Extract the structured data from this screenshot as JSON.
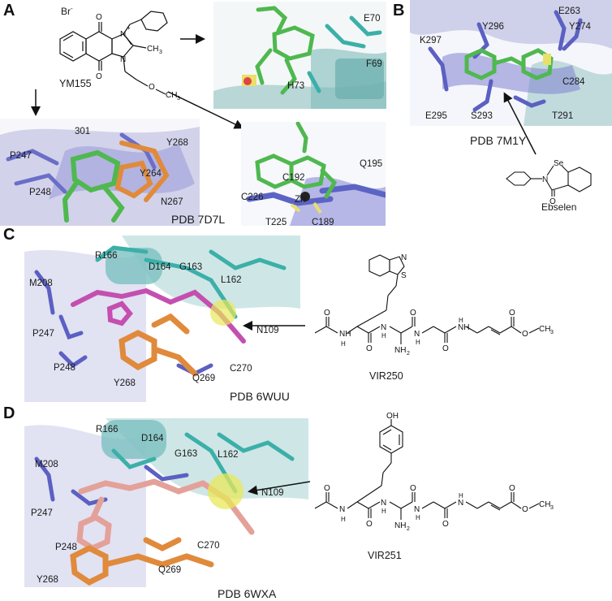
{
  "panels": {
    "A": {
      "letter": "A",
      "compound": "YM155",
      "counterion": "Br",
      "charge": "-",
      "pdb": "PDB 7D7L",
      "atoms": {
        "o_top": "O",
        "o_bottom": "O",
        "n_plus": "N",
        "plus": "+",
        "n_lower": "N",
        "methyl": "CH",
        "methyl_sub": "3",
        "ether_o": "O",
        "ether_ch": "CH",
        "ether_sub": "3"
      },
      "residues_top": [
        "E70",
        "F69",
        "H73"
      ],
      "residues_left": [
        "301",
        "Y268",
        "P247",
        "Y264",
        "P248",
        "N267"
      ],
      "residues_right": [
        "Q195",
        "C192",
        "C226",
        "Zn",
        "T225",
        "C189"
      ]
    },
    "B": {
      "letter": "B",
      "pdb": "PDB 7M1Y",
      "compound": "Ebselen",
      "atoms": {
        "se": "Se",
        "n": "N",
        "o": "O"
      },
      "residues": [
        "E263",
        "Y274",
        "Y296",
        "K297",
        "C284",
        "E295",
        "S293",
        "T291"
      ]
    },
    "C": {
      "letter": "C",
      "pdb": "PDB 6WUU",
      "compound": "VIR250",
      "atoms": {
        "n_ring": "N",
        "s_ring": "S",
        "o_acetyl": "O",
        "nh1": "NH",
        "n_h1": "H",
        "nh2_label": "NH",
        "nh2_sub": "2",
        "n_h2": "N",
        "n_h2b": "H",
        "o1": "O",
        "o2": "O",
        "o3": "O",
        "n_h3": "N",
        "n_h3b": "H",
        "ester_o": "O",
        "ester_o2": "O",
        "ch3": "CH",
        "ch3_sub": "3"
      },
      "residues": [
        "R166",
        "D164",
        "G163",
        "L162",
        "M208",
        "N109",
        "P247",
        "P248",
        "C270",
        "Q269",
        "Y268"
      ]
    },
    "D": {
      "letter": "D",
      "pdb": "PDB 6WXA",
      "compound": "VIR251",
      "atoms": {
        "oh": "OH",
        "o_acetyl": "O",
        "nh1": "N",
        "nh1b": "H",
        "nh2_label": "NH",
        "nh2_sub": "2",
        "n_h2": "N",
        "n_h2b": "H",
        "o1": "O",
        "o2": "O",
        "o3": "O",
        "n_h3": "N",
        "n_h3b": "H",
        "ester_o": "O",
        "ester_o2": "O",
        "ch3": "CH",
        "ch3_sub": "3"
      },
      "residues": [
        "R166",
        "D164",
        "G163",
        "L162",
        "M208",
        "N109",
        "P247",
        "P248",
        "C270",
        "Q269",
        "Y268"
      ]
    }
  },
  "colors": {
    "protein_purple": "#8e8fd6",
    "protein_teal": "#5fb3b3",
    "ligand_green": "#5cc25c",
    "ligand_orange": "#e08a3c",
    "ligand_magenta": "#c44fb0",
    "ligand_salmon": "#e3a199",
    "zinc_sphere": "#e8e85a",
    "background": "#ffffff"
  }
}
